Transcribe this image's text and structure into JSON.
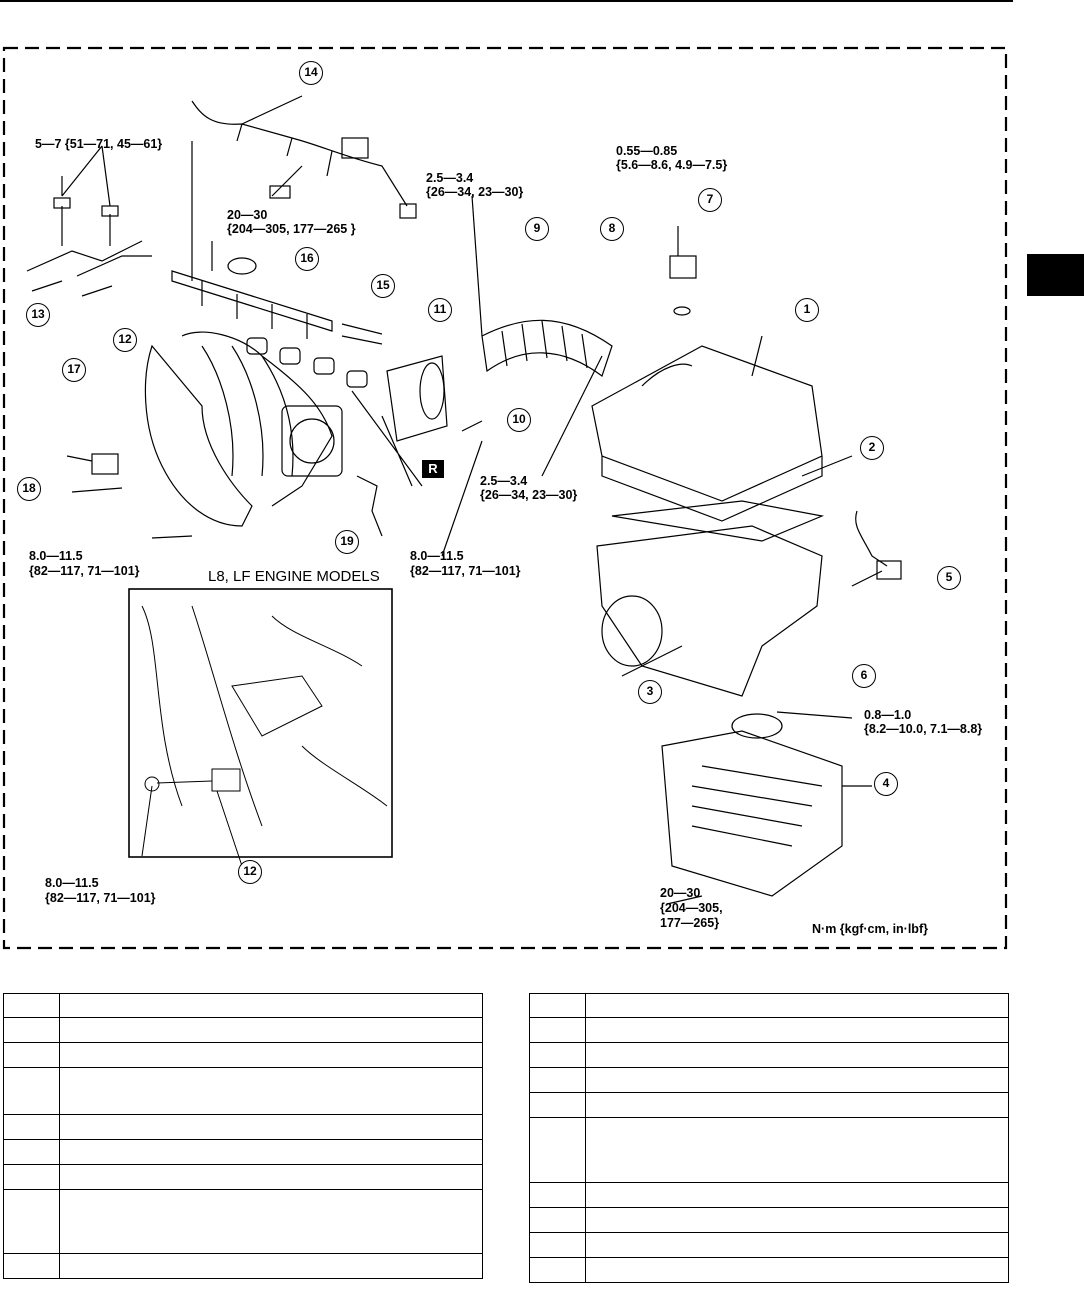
{
  "figure": {
    "unit_note": "N·m {kgf·cm, in·lbf}",
    "inset_title": "L8, LF ENGINE MODELS",
    "r_badge": "R",
    "torques": {
      "t_5_7": "5—7 {51—71, 45—61}",
      "t_20_30_a_l1": "20—30",
      "t_20_30_a_l2": "{204—305, 177—265 }",
      "t_25_34_a_l1": "2.5—3.4",
      "t_25_34_a_l2": "{26—34, 23—30}",
      "t_055_l1": "0.55—0.85",
      "t_055_l2": "{5.6—8.6, 4.9—7.5}",
      "t_25_34_b_l1": "2.5—3.4",
      "t_25_34_b_l2": "{26—34, 23—30}",
      "t_8_left_l1": "8.0—11.5",
      "t_8_left_l2": "{82—117, 71—101}",
      "t_8_mid_l1": "8.0—11.5",
      "t_8_mid_l2": "{82—117, 71—101}",
      "t_08_10_l1": "0.8—1.0",
      "t_08_10_l2": "{8.2—10.0, 7.1—8.8}",
      "t_8_inset_l1": "8.0—11.5",
      "t_8_inset_l2": "{82—117, 71—101}",
      "t_20_30_b_l1": "20—30",
      "t_20_30_b_l2": "{204—305,",
      "t_20_30_b_l3": "177—265}"
    },
    "callouts": {
      "c1": "1",
      "c2": "2",
      "c3": "3",
      "c4": "4",
      "c5": "5",
      "c6": "6",
      "c7": "7",
      "c8": "8",
      "c9": "9",
      "c10": "10",
      "c11": "11",
      "c12": "12",
      "c12b": "12",
      "c13": "13",
      "c14": "14",
      "c15": "15",
      "c16": "16",
      "c17": "17",
      "c18": "18",
      "c19": "19"
    }
  },
  "tables": {
    "left_rows": 9,
    "right_rows": 10
  }
}
